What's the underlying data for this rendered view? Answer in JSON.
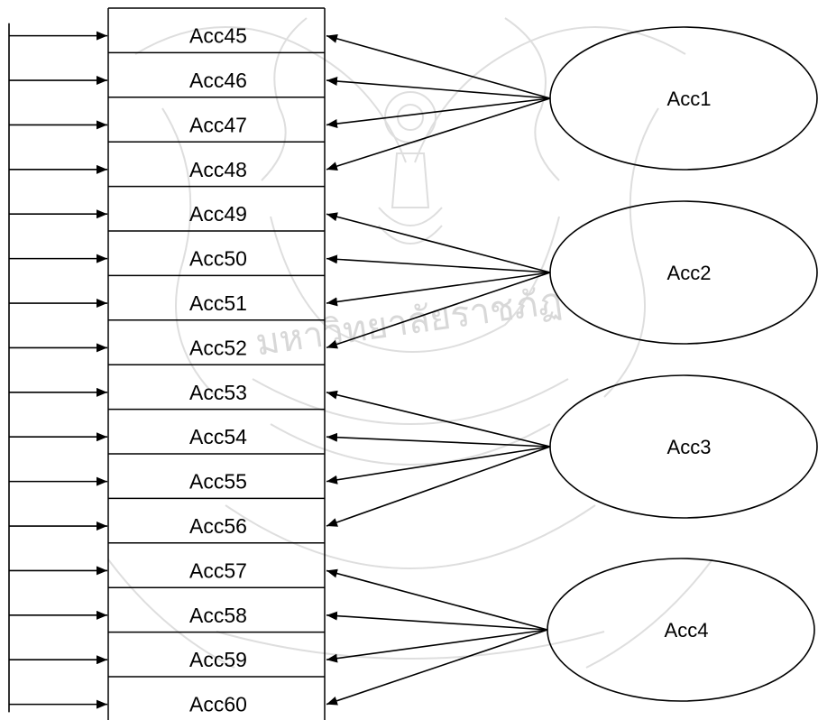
{
  "diagram": {
    "items": [
      "Acc45",
      "Acc46",
      "Acc47",
      "Acc48",
      "Acc49",
      "Acc50",
      "Acc51",
      "Acc52",
      "Acc53",
      "Acc54",
      "Acc55",
      "Acc56",
      "Acc57",
      "Acc58",
      "Acc59",
      "Acc60"
    ],
    "factors": [
      {
        "label": "Acc1",
        "items": [
          0,
          1,
          2,
          3
        ]
      },
      {
        "label": "Acc2",
        "items": [
          4,
          5,
          6,
          7
        ]
      },
      {
        "label": "Acc3",
        "items": [
          8,
          9,
          10,
          11
        ]
      },
      {
        "label": "Acc4",
        "items": [
          12,
          13,
          14,
          15
        ]
      }
    ],
    "watermark": {
      "text": "มหาวิทยาลัยราชภัฏ",
      "color": "#d8d8d8"
    },
    "colors": {
      "line": "#000000",
      "background": "#ffffff"
    }
  }
}
